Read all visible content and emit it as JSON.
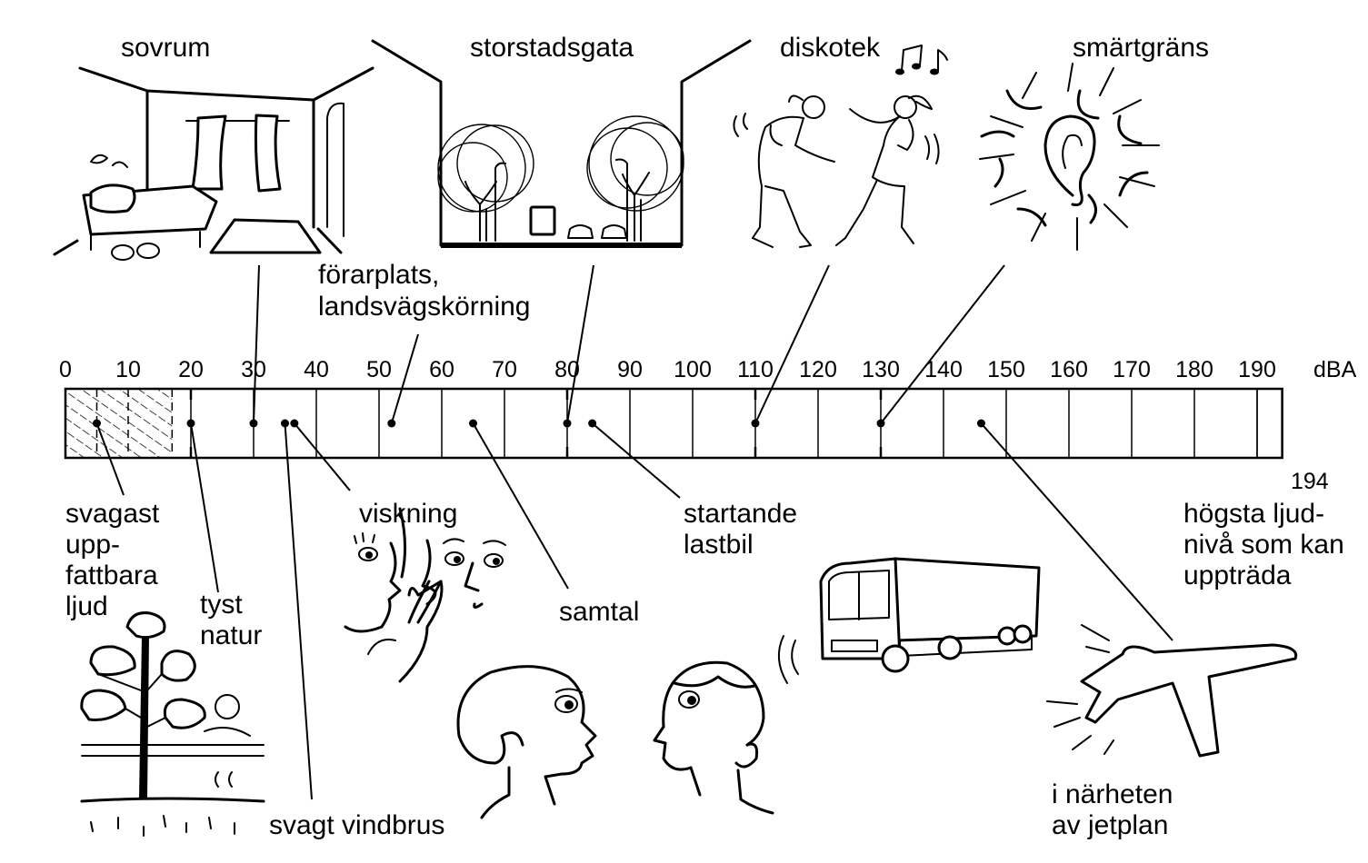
{
  "scale": {
    "ticks": [
      "0",
      "10",
      "20",
      "30",
      "40",
      "50",
      "60",
      "70",
      "80",
      "90",
      "100",
      "110",
      "120",
      "130",
      "140",
      "150",
      "160",
      "170",
      "180",
      "190"
    ],
    "unit": "dBA",
    "max_value": "194",
    "min": 0,
    "max": 194,
    "hatched_range": [
      0,
      17
    ]
  },
  "labels": {
    "bedroom": "sovrum",
    "city_street": "storstadsgata",
    "disco": "diskotek",
    "pain_threshold": "smärtgräns",
    "driver_seat": [
      "förarplats,",
      "landsvägskörning"
    ],
    "faintest": [
      "svagast",
      "upp-",
      "fattbara",
      "ljud"
    ],
    "quiet_nature": [
      "tyst",
      "natur"
    ],
    "whisper": "viskning",
    "conversation": "samtal",
    "truck": [
      "startande",
      "lastbil"
    ],
    "highest": [
      "högsta ljud-",
      "nivå som kan",
      "uppträda"
    ],
    "wind": "svagt vindbrus",
    "jet": [
      "i närheten",
      "av jetplan"
    ]
  },
  "markers": [
    {
      "name": "faintest",
      "value": 5
    },
    {
      "name": "quiet-nature",
      "value": 20
    },
    {
      "name": "bedroom",
      "value": 30
    },
    {
      "name": "wind",
      "value": 35
    },
    {
      "name": "whisper",
      "value": 36.5
    },
    {
      "name": "driver-seat",
      "value": 52
    },
    {
      "name": "conversation",
      "value": 65
    },
    {
      "name": "city-street",
      "value": 80
    },
    {
      "name": "truck",
      "value": 84
    },
    {
      "name": "disco",
      "value": 110
    },
    {
      "name": "pain-threshold",
      "value": 130
    },
    {
      "name": "jet",
      "value": 146
    }
  ]
}
